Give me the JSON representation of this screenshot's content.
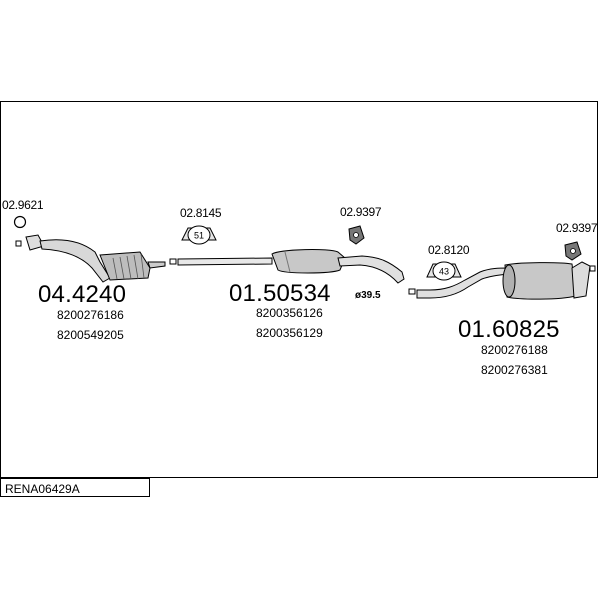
{
  "diagram": {
    "reference": "RENA06429A",
    "parts": [
      {
        "number": "02.9621"
      },
      {
        "number": "02.8145",
        "clamp_size": "51"
      },
      {
        "number": "02.9397"
      },
      {
        "number": "02.8120",
        "clamp_size": "43"
      },
      {
        "number": "02.9397"
      }
    ],
    "assemblies": [
      {
        "number": "04.4240",
        "oem": [
          "8200276186",
          "8200549205"
        ]
      },
      {
        "number": "01.50534",
        "oem": [
          "8200356126",
          "8200356129"
        ],
        "diameter": "ø39.5"
      },
      {
        "number": "01.60825",
        "oem": [
          "8200276188",
          "8200276381"
        ]
      }
    ]
  },
  "colors": {
    "line": "#000000",
    "part_fill": "#cccccc",
    "part_fill_dark": "#999999"
  }
}
